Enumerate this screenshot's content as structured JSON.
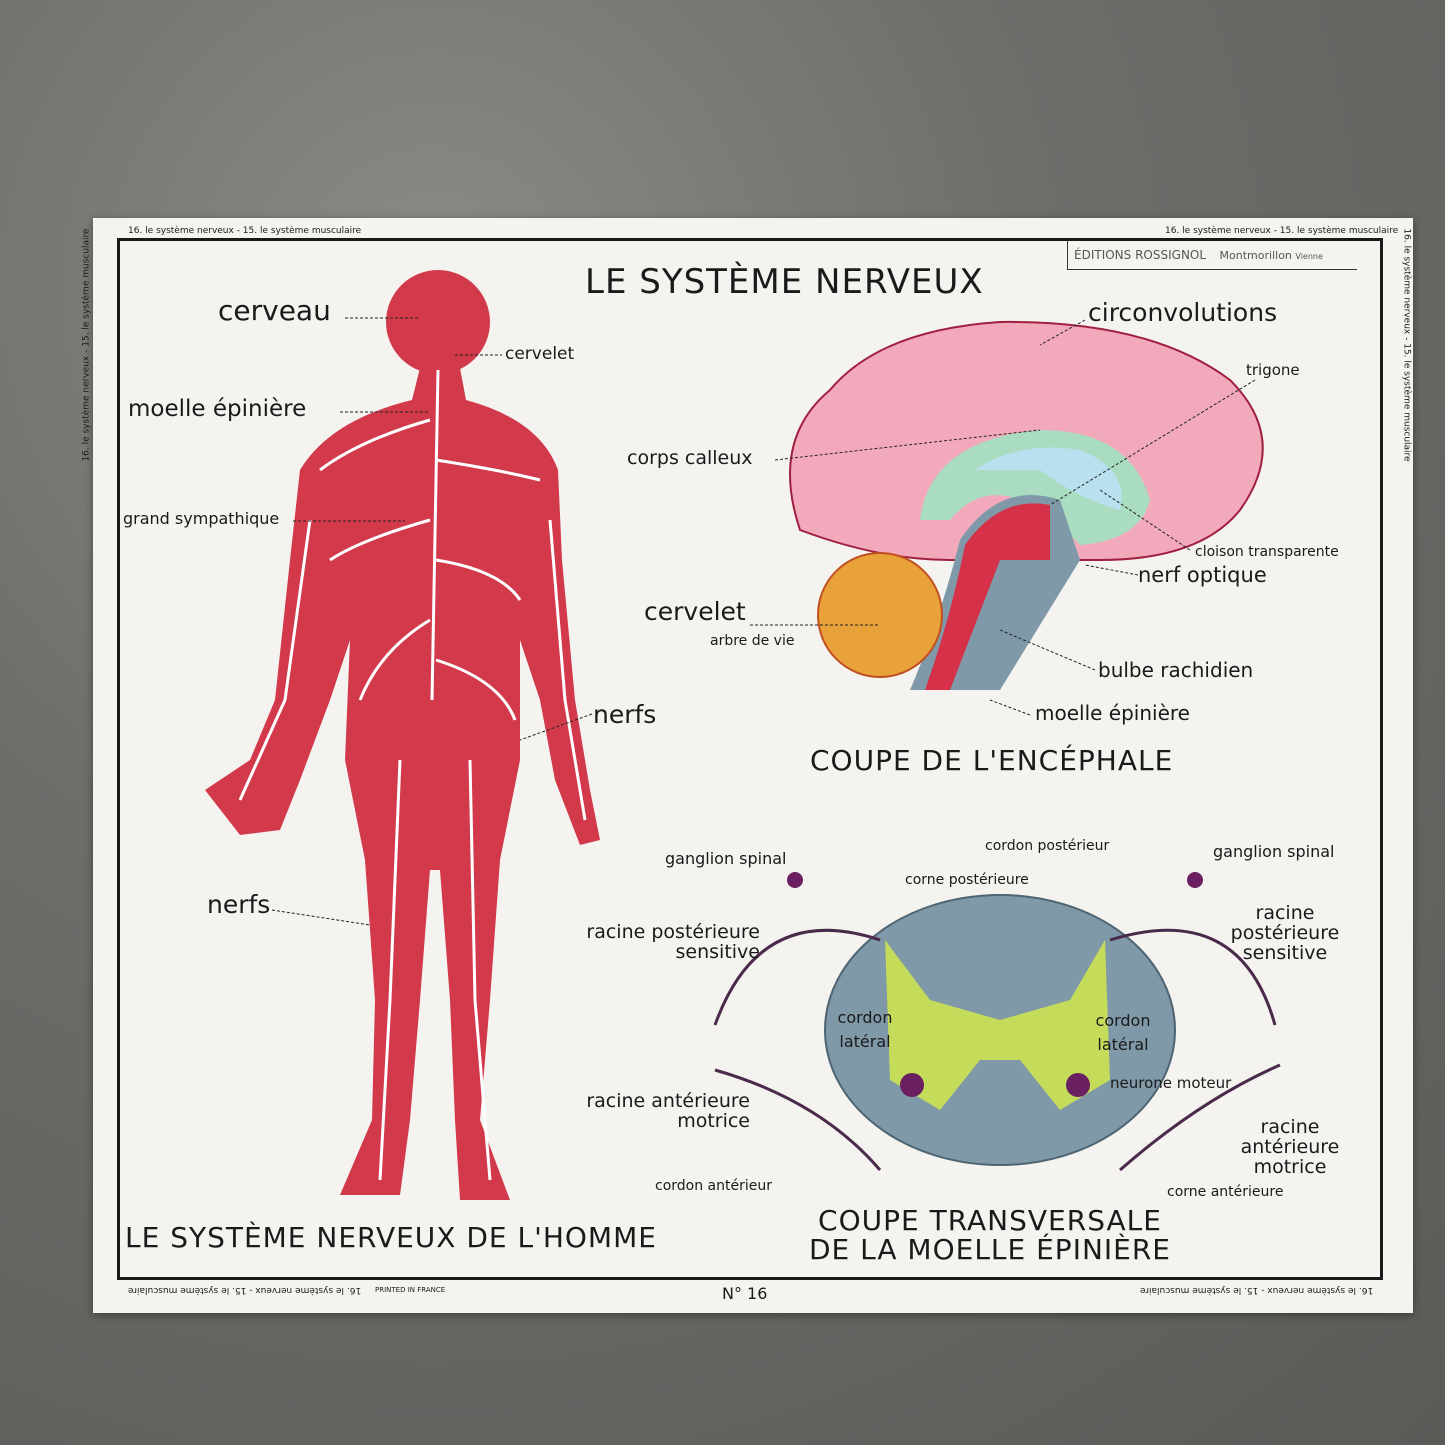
{
  "poster": {
    "margin_text": "16. le système nerveux - 15. le système musculaire",
    "publisher": {
      "name": "ÉDITIONS ROSSIGNOL",
      "city": "Montmorillon",
      "region": "Vienne"
    },
    "printed": "PRINTED IN FRANCE",
    "number": "N° 16",
    "title": "LE SYSTÈME NERVEUX"
  },
  "body_figure": {
    "caption": "LE SYSTÈME NERVEUX DE L'HOMME",
    "labels": {
      "cerveau": "cerveau",
      "cervelet": "cervelet",
      "moelle": "moelle épinière",
      "sympathique": "grand sympathique",
      "nerfs_arm": "nerfs",
      "nerfs_leg": "nerfs"
    }
  },
  "brain_section": {
    "caption": "COUPE DE L'ENCÉPHALE",
    "labels": {
      "circonvolutions": "circonvolutions",
      "trigone": "trigone",
      "corps_calleux": "corps calleux",
      "cloison": "cloison transparente",
      "nerf_optique": "nerf optique",
      "cervelet": "cervelet",
      "arbre": "arbre de vie",
      "bulbe": "bulbe rachidien",
      "moelle": "moelle épinière"
    }
  },
  "spinal_section": {
    "caption_1": "COUPE TRANSVERSALE",
    "caption_2": "DE LA MOELLE ÉPINIÈRE",
    "labels": {
      "ganglion_l": "ganglion spinal",
      "ganglion_r": "ganglion spinal",
      "cordon_post": "cordon postérieur",
      "corne_post": "corne postérieure",
      "racine_post_l1": "racine postérieure",
      "racine_post_l2": "sensitive",
      "racine_post_r1": "racine",
      "racine_post_r2": "postérieure",
      "racine_post_r3": "sensitive",
      "cordon_lat_l1": "cordon",
      "cordon_lat_l2": "latéral",
      "cordon_lat_r1": "cordon",
      "cordon_lat_r2": "latéral",
      "neurone": "neurone moteur",
      "racine_ant_l1": "racine antérieure",
      "racine_ant_l2": "motrice",
      "racine_ant_r1": "racine",
      "racine_ant_r2": "antérieure",
      "racine_ant_r3": "motrice",
      "cordon_ant": "cordon antérieur",
      "corne_ant": "corne antérieure"
    }
  },
  "colors": {
    "nerve_red": "#d2394b",
    "brain_pink": "#f2a9bb",
    "cerebellum": "#e9a23a",
    "cord_blue": "#7f99a8",
    "grey_matter": "#c4dc5a"
  }
}
